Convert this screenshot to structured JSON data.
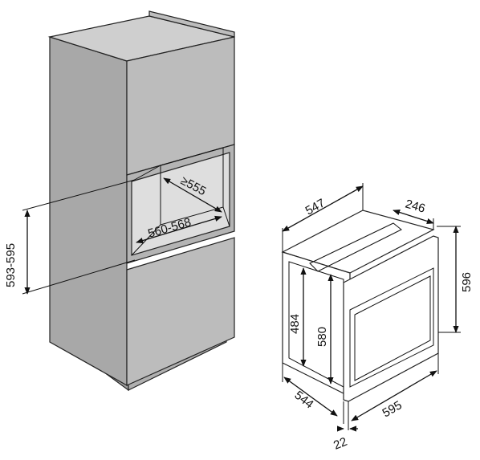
{
  "colors": {
    "cabinet_front": "#b9b9b9",
    "cabinet_side": "#a6a6a6",
    "cabinet_top": "#cfcfcf",
    "niche_interior": "#d9d9d9",
    "oven_front": "#ffffff",
    "oven_window": "#cfcfcf",
    "line": "#111111"
  },
  "cabinet_dimensions": {
    "niche_height": "593-595",
    "niche_width": "560-568",
    "niche_depth": "≥555"
  },
  "oven_dimensions": {
    "depth_top": "547",
    "panel_depth": "246",
    "front_height": "596",
    "body_height_inner": "484",
    "body_height": "580",
    "body_depth": "544",
    "front_width": "595",
    "front_thickness": "22"
  }
}
